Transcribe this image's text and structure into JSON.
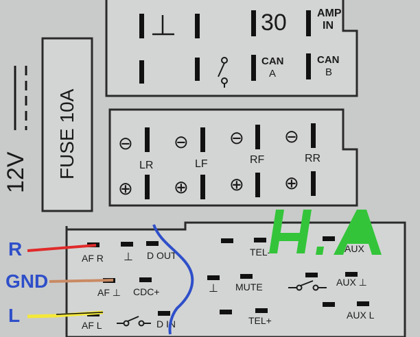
{
  "power": {
    "voltage": "12V",
    "fuse": "FUSE 10A"
  },
  "top_block": {
    "pin_30": "30",
    "amp_in_line1": "AMP",
    "amp_in_line2": "IN",
    "can_a_line1": "CAN",
    "can_a_line2": "A",
    "can_b_line1": "CAN",
    "can_b_line2": "B"
  },
  "speaker_block": {
    "minus_symbol": "⊖",
    "plus_symbol": "⊕",
    "channels": [
      "LR",
      "LF",
      "RF",
      "RR"
    ]
  },
  "bottom_block": {
    "af_r": "AF R",
    "af_ground": "AF ⊥",
    "af_l": "AF L",
    "ground_symbol": "⊥",
    "d_out": "D OUT",
    "cdc_plus": "CDC+",
    "d_in": "D IN",
    "tel_minus": "TEL-",
    "mute": "MUTE",
    "tel_plus": "TEL+",
    "aux_r": "AUX",
    "aux_ground": "AUX ⊥",
    "aux_l": "AUX L"
  },
  "annotations": {
    "r_label": "R",
    "gnd_label": "GND",
    "l_label": "L",
    "signature": "H.A",
    "colors": {
      "blue": "#2f4fc9",
      "red": "#e02a2a",
      "brown": "#c98a63",
      "yellow": "#f4e83a",
      "green": "#33c43a",
      "black": "#111111"
    }
  }
}
